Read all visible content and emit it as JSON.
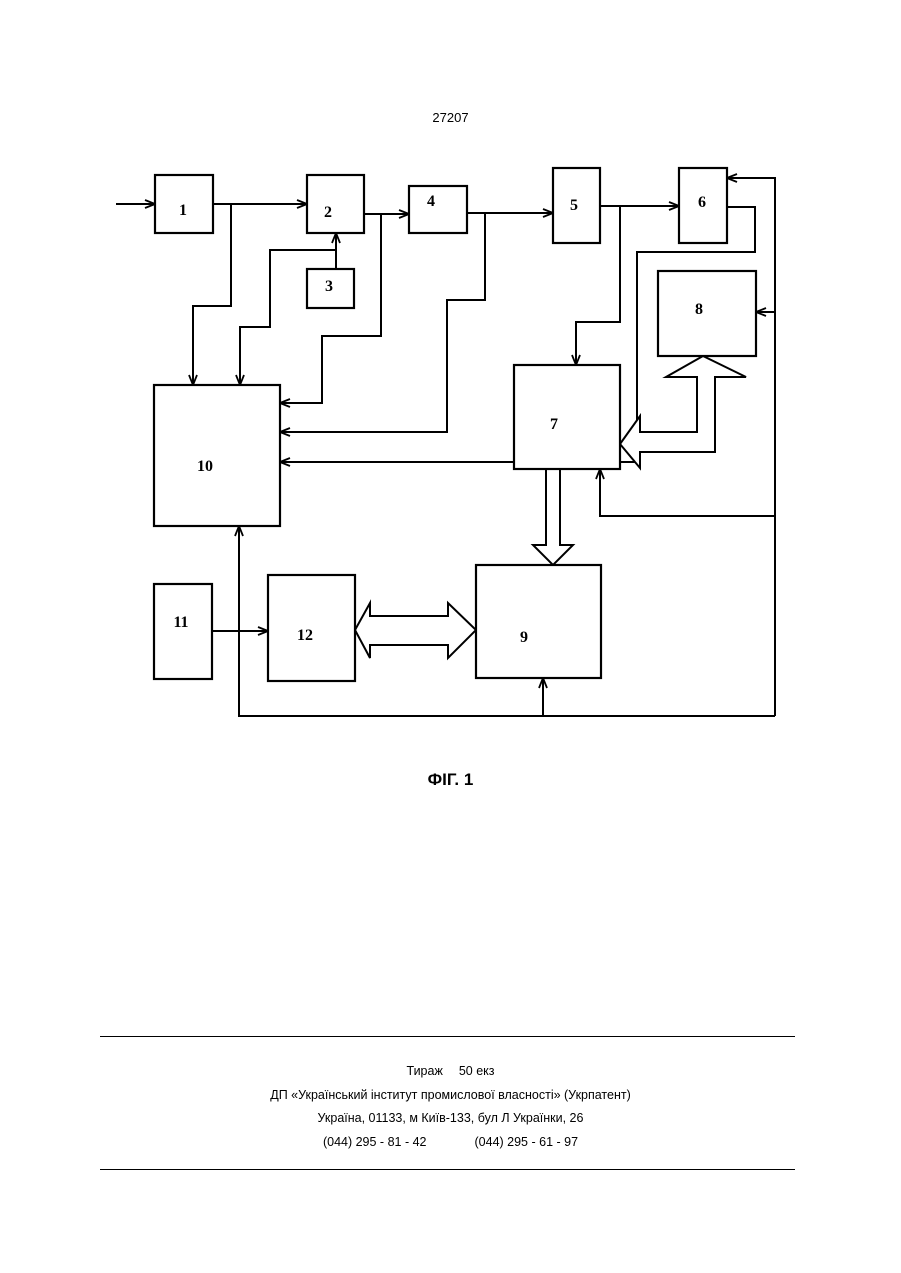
{
  "header": {
    "page_number": "27207"
  },
  "diagram": {
    "blocks": [
      {
        "id": "1",
        "label": "1"
      },
      {
        "id": "2",
        "label": "2"
      },
      {
        "id": "3",
        "label": "3"
      },
      {
        "id": "4",
        "label": "4"
      },
      {
        "id": "5",
        "label": "5"
      },
      {
        "id": "6",
        "label": "6"
      },
      {
        "id": "7",
        "label": "7"
      },
      {
        "id": "8",
        "label": "8"
      },
      {
        "id": "9",
        "label": "9"
      },
      {
        "id": "10",
        "label": "10"
      },
      {
        "id": "11",
        "label": "11"
      },
      {
        "id": "12",
        "label": "12"
      }
    ],
    "caption": "ФІГ. 1"
  },
  "footer": {
    "circulation_label": "Тираж",
    "circulation_value": "50 екз",
    "publisher": "ДП «Український інститут промислової власності» (Укрпатент)",
    "address": "Україна, 01133, м Київ-133, бул Л Українки, 26",
    "phone1": "(044) 295 - 81 - 42",
    "phone2": "(044) 295 - 61 - 97"
  }
}
